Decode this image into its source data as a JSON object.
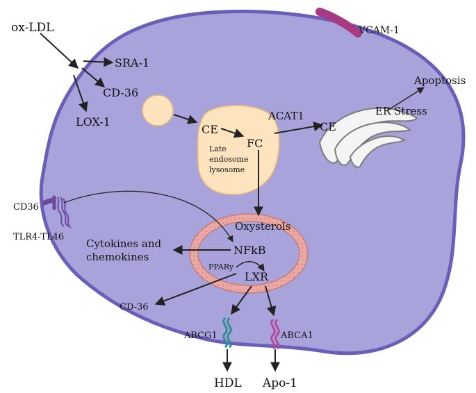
{
  "labels": {
    "ox_ldl": "ox-LDL",
    "sra1": "SRA-1",
    "cd36_top": "CD-36",
    "lox1": "LOX-1",
    "vcam1": "VCAM-1",
    "apoptosis": "Apoptosis",
    "er_stress": "ER Stress",
    "acat1": "ACAT1",
    "ce_left": "CE",
    "fc": "FC",
    "ce_right": "CE",
    "endo_line1": "Late",
    "endo_line2": "endosome",
    "endo_line3": "lysosome",
    "cd36_membrane": "CD36",
    "tlr4": "TLR4-TL46",
    "oxysterols": "Oxysterols",
    "cytokines_line1": "Cytokines and",
    "cytokines_line2": "chemokines",
    "nfkb": "NFkB",
    "ppar": "PPARy",
    "lxr": "LXR",
    "cd36_bottom": "CD-36",
    "abcg1": "ABCG1",
    "abca1": "ABCA1",
    "hdl": "HDL",
    "apo1": "Apo-1"
  },
  "colors": {
    "cell_fill": "#a9a3dc",
    "cell_stroke": "#6a5fb8",
    "vesicle_fill": "#fde4bf",
    "vesicle_stroke": "#e6b87f",
    "vcam": "#a83a83",
    "receptor": "#6b4a9e",
    "nucleus_ring": "#e8a7a2",
    "nucleus_stroke": "#c97a78",
    "abcg1": "#2f8e94",
    "abca1": "#b5489c",
    "er_fill": "#f4f4f4",
    "er_stroke": "#7b7b7b",
    "arrow": "#222222"
  }
}
